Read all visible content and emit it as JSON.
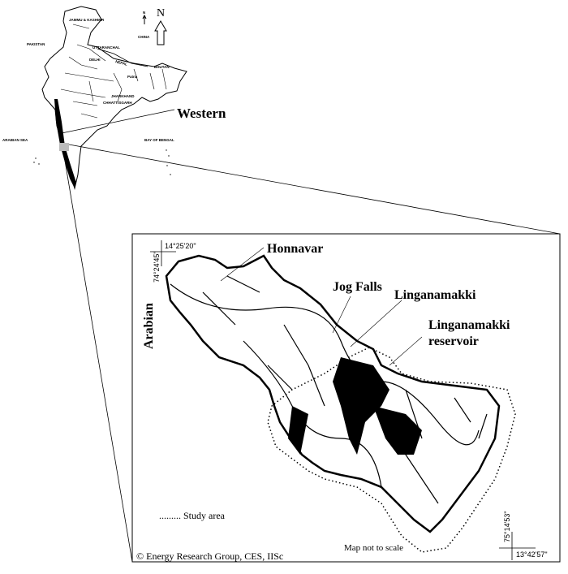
{
  "india_map": {
    "labels": {
      "jammu_kashmir": "JAMMU & KASHMIR",
      "pakistan": "PAKISTAN",
      "china": "CHINA",
      "uttaranchal": "UTTARANCHAL",
      "delhi": "DELHI",
      "nepal": "NEPAL",
      "bhutan": "BHUTAN",
      "patna": "Patna",
      "jharkhand": "JHARKHAND",
      "chhattisgarh": "CHHATTISGARH",
      "arabian_sea": "ARABIAN SEA",
      "bay_of_bengal": "BAY OF BENGAL",
      "north_small": "N",
      "north_big": "N",
      "western": "Western"
    }
  },
  "study_area_map": {
    "labels": {
      "honnavar": "Honnavar",
      "jog_falls": "Jog Falls",
      "linganamakki": "Linganamakki",
      "reservoir_line1": "Linganamakki",
      "reservoir_line2": "reservoir",
      "arabian": "Arabian"
    },
    "coords": {
      "top_lat": "14°25'20\"",
      "top_lon": "74°24'45\"",
      "bottom_lat": "13°42'57\"",
      "bottom_lon": "75°14'53\""
    },
    "legend": "......... Study area",
    "scale_note": "Map not to scale",
    "credit": "© Energy Research Group, CES, IISc"
  }
}
